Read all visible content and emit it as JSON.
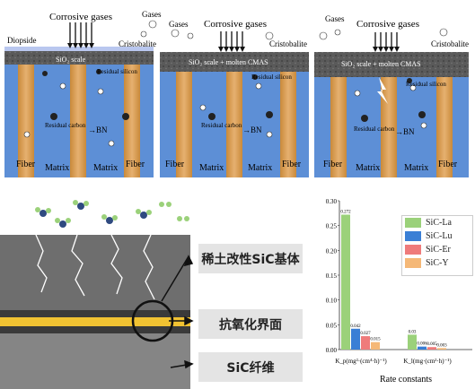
{
  "panels": [
    {
      "id": "panel1",
      "labels": {
        "corrosive": "Corrosive gases",
        "gases": "Gases",
        "diopside": "Diopside",
        "cristobalite": "Cristobalite",
        "scale": "SiO₂ scale",
        "residual_silicon": "Residual silicon",
        "residual_carbon": "Residual carbon",
        "bn": "→BN",
        "fiber_left": "Fiber",
        "matrix_left": "Matrix",
        "matrix_right": "Matrix",
        "fiber_right": "Fiber"
      }
    },
    {
      "id": "panel2",
      "labels": {
        "gases": "Gases",
        "corrosive": "Corrosive gases",
        "cristobalite": "Cristobalite",
        "scale": "SiO₂ scale + molten CMAS",
        "residual_silicon": "Residual silicon",
        "residual_carbon": "Residual carbon",
        "bn": "→BN",
        "fiber_left": "Fiber",
        "matrix_left": "Matrix",
        "matrix_right": "Matrix",
        "fiber_right": "Fiber"
      }
    },
    {
      "id": "panel3",
      "labels": {
        "gases": "Gases",
        "corrosive": "Corrosive gases",
        "cristobalite": "Cristobalite",
        "scale": "SiO₂ scale + molten CMAS",
        "residual_silicon": "Residual silicon",
        "residual_carbon": "Residual carbon",
        "bn": "→BN",
        "fiber_left": "Fiber",
        "matrix_left": "Matrix",
        "matrix_right": "Matrix",
        "fiber_right": "Fiber"
      }
    }
  ],
  "schematic": {
    "label_matrix": "稀土改性SiC基体",
    "label_interface": "抗氧化界面",
    "label_fiber": "SiC纤维"
  },
  "chart_data": {
    "type": "bar",
    "categories": [
      "K_p(mg²·(cm⁴·h)⁻¹)",
      "K_l(mg·(cm²·h)⁻¹)"
    ],
    "series": [
      {
        "name": "SiC-La",
        "color": "#9bd17a",
        "values": [
          0.272,
          0.03
        ],
        "labels": [
          "0.272",
          "0.03"
        ]
      },
      {
        "name": "SiC-Lu",
        "color": "#3a7fd5",
        "values": [
          0.042,
          0.006
        ],
        "labels": [
          "0.042",
          "0.006"
        ]
      },
      {
        "name": "SiC-Er",
        "color": "#ef7b7b",
        "values": [
          0.027,
          0.005
        ],
        "labels": [
          "0.027",
          "0.005"
        ]
      },
      {
        "name": "SiC-Y",
        "color": "#f5b877",
        "values": [
          0.015,
          0.003
        ],
        "labels": [
          "0.015",
          "0.003"
        ]
      }
    ],
    "xlabel": "Rate constants",
    "ylim": [
      0,
      0.3
    ],
    "yticks": [
      "0.00",
      "0.05",
      "0.10",
      "0.15",
      "0.20",
      "0.25",
      "0.30"
    ],
    "legend_position": "top-right"
  }
}
